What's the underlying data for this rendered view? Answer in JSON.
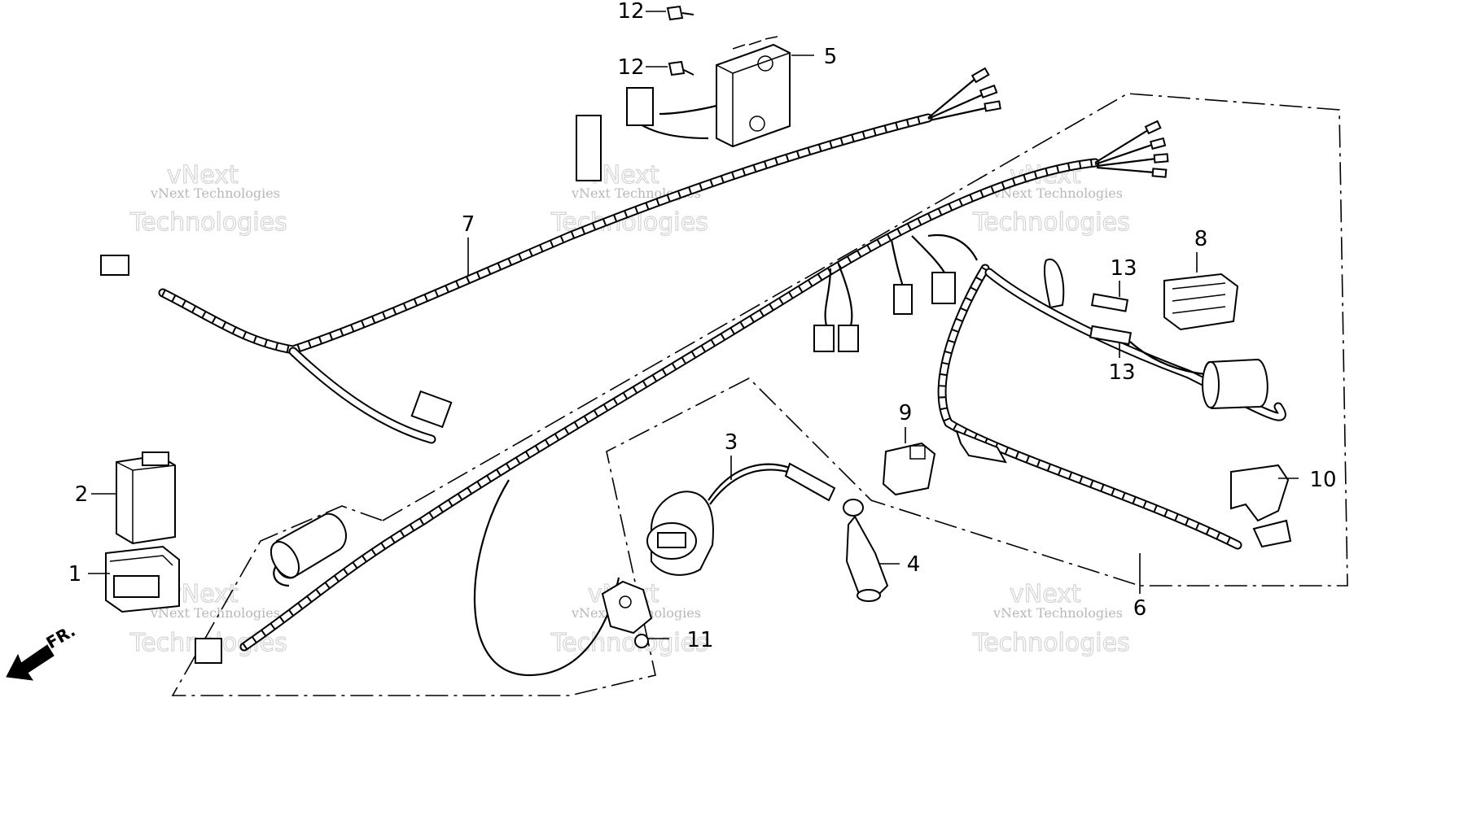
{
  "watermark": {
    "line1": "vNext",
    "line2": "vNext Technologies",
    "line3": "Technologies"
  },
  "direction_label": "FR.",
  "callouts": [
    {
      "id": "c1",
      "text": "1"
    },
    {
      "id": "c2",
      "text": "2"
    },
    {
      "id": "c3",
      "text": "3"
    },
    {
      "id": "c4",
      "text": "4"
    },
    {
      "id": "c5",
      "text": "5"
    },
    {
      "id": "c6",
      "text": "6"
    },
    {
      "id": "c7",
      "text": "7"
    },
    {
      "id": "c8",
      "text": "8"
    },
    {
      "id": "c9",
      "text": "9"
    },
    {
      "id": "c10",
      "text": "10"
    },
    {
      "id": "c11",
      "text": "11"
    },
    {
      "id": "c12a",
      "text": "12"
    },
    {
      "id": "c12b",
      "text": "12"
    },
    {
      "id": "c13a",
      "text": "13"
    },
    {
      "id": "c13b",
      "text": "13"
    }
  ]
}
